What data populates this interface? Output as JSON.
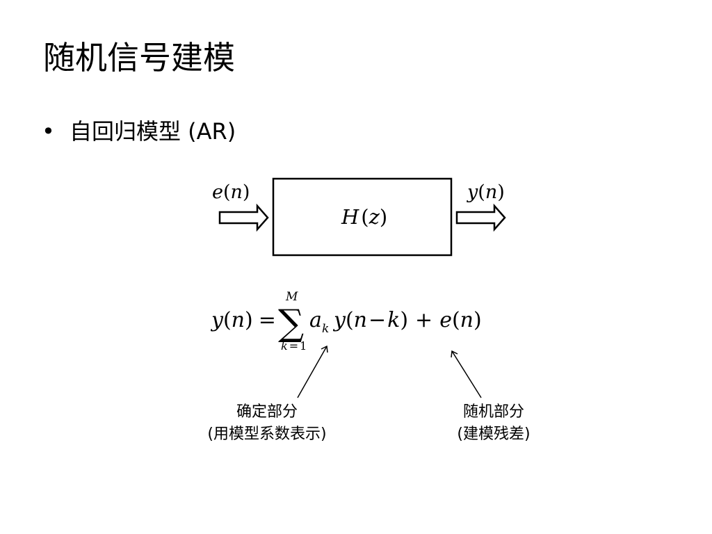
{
  "slide": {
    "title": "随机信号建模",
    "bullet_marker": "•",
    "bullet": "自回归模型 (AR)"
  },
  "block_diagram": {
    "input": {
      "sig": "e",
      "open": "(",
      "var": "n",
      "close": ")"
    },
    "system": {
      "fn": "H",
      "open": "(",
      "var": "z",
      "close": ")"
    },
    "output": {
      "sig": "y",
      "open": "(",
      "var": "n",
      "close": ")"
    }
  },
  "equation": {
    "lhs": {
      "sig": "y",
      "open": "(",
      "var": "n",
      "close": ")"
    },
    "equals": "=",
    "sum_symbol": "∑",
    "upper": "M",
    "lower_var": "k",
    "lower_eq": "=",
    "lower_val": "1",
    "coef": "a",
    "coef_sub": "k",
    "term": {
      "sig": "y",
      "open": "(",
      "var": "n",
      "minus": "−",
      "var2": "k",
      "close": ")"
    },
    "plus": "+",
    "noise": {
      "sig": "e",
      "open": "(",
      "var": "n",
      "close": ")"
    }
  },
  "annotations": {
    "deterministic": {
      "line1": "确定部分",
      "line2": "(用模型系数表示)"
    },
    "random": {
      "line1": "随机部分",
      "line2": "(建模残差)"
    }
  }
}
